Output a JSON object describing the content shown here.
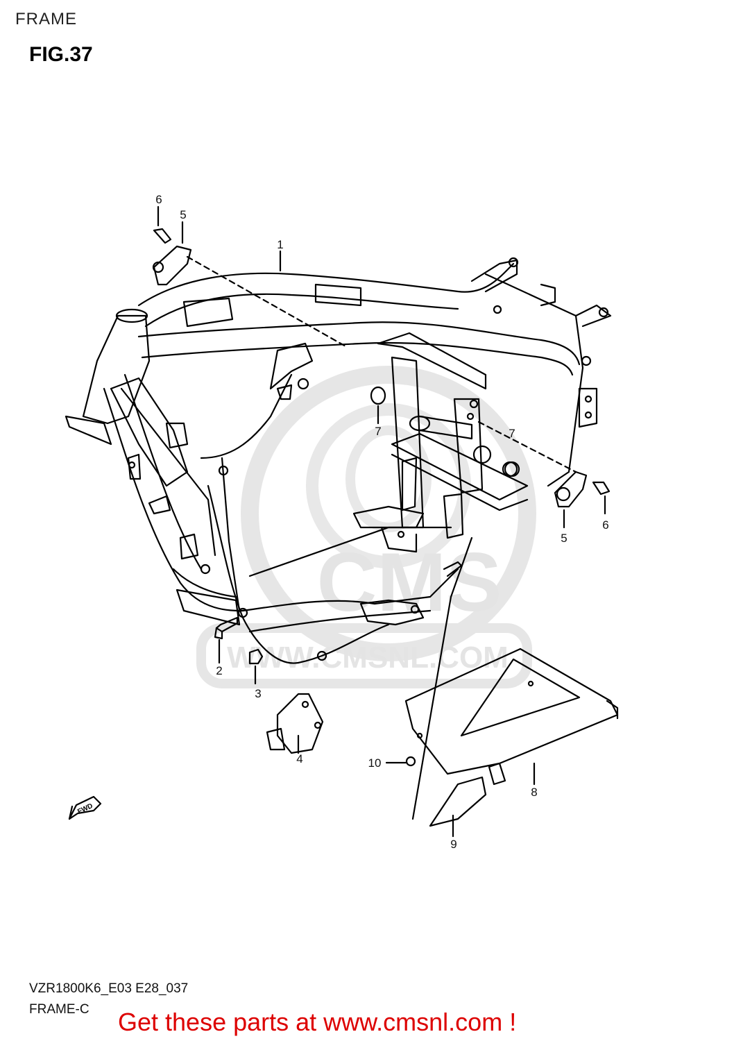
{
  "header": {
    "section": "FRAME",
    "figure": "FIG.37"
  },
  "callouts": [
    "1",
    "2",
    "3",
    "4",
    "5",
    "5",
    "6",
    "6",
    "7",
    "7",
    "8",
    "9",
    "10"
  ],
  "fwd_label": "FWD",
  "watermark": {
    "brand": "CMS",
    "url": "WWW.CMSNL.COM"
  },
  "footer": {
    "model_code": "VZR1800K6_E03 E28_037",
    "frame_code": "FRAME-C",
    "promo": "Get these parts at www.cmsnl.com !"
  },
  "colors": {
    "line": "#000000",
    "watermark": "#e4e4e4",
    "promo": "#dd0000"
  }
}
